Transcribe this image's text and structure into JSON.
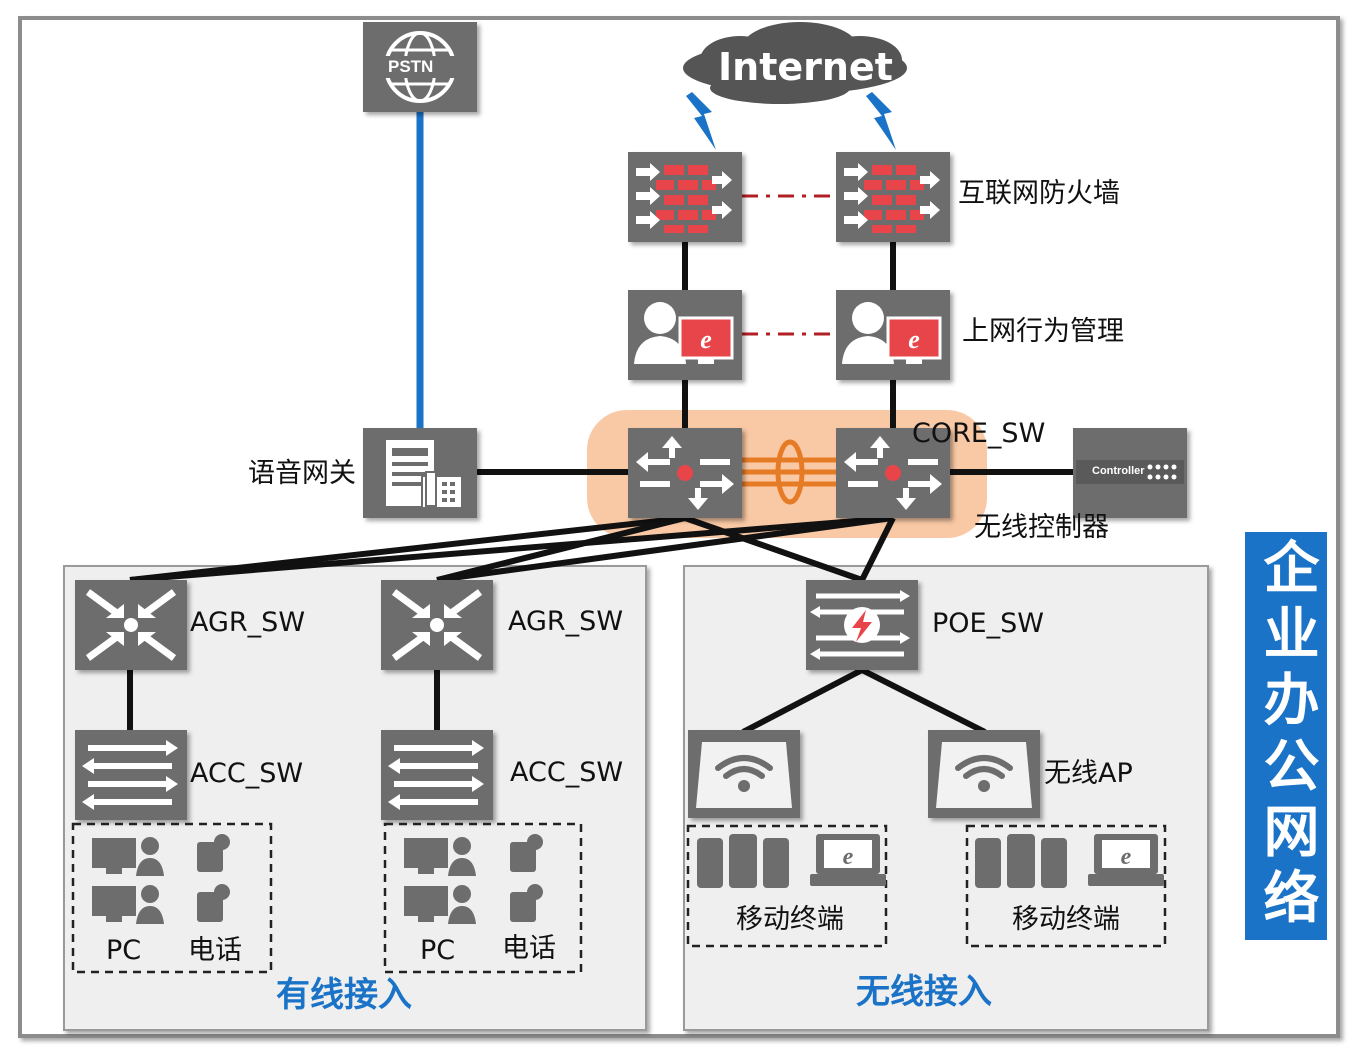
{
  "diagram": {
    "internet_label": "Internet",
    "pstn_label": "PSTN",
    "firewall_label": "互联网防火墙",
    "behavior_label": "上网行为管理",
    "core_label": "CORE_SW",
    "voice_gateway_label": "语音网关",
    "controller_device_text": "Controller",
    "wireless_controller_label": "无线控制器",
    "agr_label_1": "AGR_SW",
    "agr_label_2": "AGR_SW",
    "acc_label_1": "ACC_SW",
    "acc_label_2": "ACC_SW",
    "poe_label": "POE_SW",
    "ap_label": "无线AP",
    "pc_label_1": "PC",
    "phone_label_1": "电话",
    "pc_label_2": "PC",
    "phone_label_2": "电话",
    "mobile_label_1": "移动终端",
    "mobile_label_2": "移动终端",
    "wired_section_title": "有线接入",
    "wireless_section_title": "无线接入",
    "side_banner": "企业办公网络"
  },
  "colors": {
    "device_gray": "#6d6d6d",
    "accent_red": "#e8454a",
    "blue": "#1a73c7",
    "orange_link": "#e67b26",
    "core_highlight": "#f9c8a5",
    "panel_bg": "#efefef",
    "pstn_line": "#1a73c7"
  }
}
